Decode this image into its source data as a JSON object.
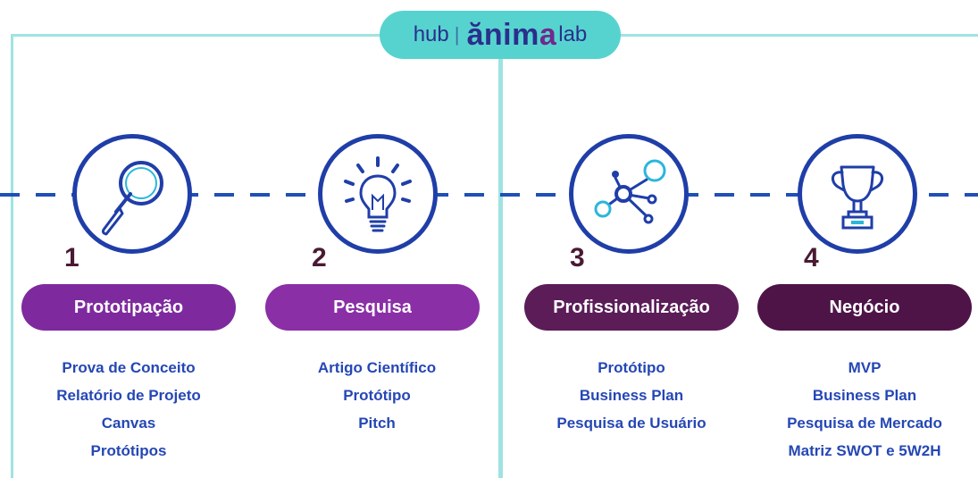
{
  "logo": {
    "hub": "hub",
    "separator": "|",
    "anima_part1": "ănim",
    "anima_part2": "a",
    "lab": "lab"
  },
  "colors": {
    "frame": "#9fe3e1",
    "logo_bg": "#57d3cf",
    "dash": "#1f4fb7",
    "circle_border": "#1f3ea8",
    "icon_cyan": "#2bb6dc",
    "number": "#4a1a33",
    "item_text": "#2547b5"
  },
  "steps": [
    {
      "number": "1",
      "icon": "magnifying-glass-icon",
      "title": "Prototipação",
      "color": "#7e2a9e",
      "items": [
        "Prova de Conceito",
        "Relatório de Projeto",
        "Canvas",
        "Protótipos"
      ]
    },
    {
      "number": "2",
      "icon": "lightbulb-icon",
      "title": "Pesquisa",
      "color": "#8a2fa6",
      "items": [
        "Artigo Científico",
        "Protótipo",
        "Pitch"
      ]
    },
    {
      "number": "3",
      "icon": "network-icon",
      "title": "Profissionalização",
      "color": "#5b1c58",
      "items": [
        "Protótipo",
        "Business Plan",
        "Pesquisa de Usuário"
      ]
    },
    {
      "number": "4",
      "icon": "trophy-icon",
      "title": "Negócio",
      "color": "#4e1447",
      "items": [
        "MVP",
        "Business Plan",
        "Pesquisa de Mercado",
        "Matriz SWOT e 5W2H"
      ]
    }
  ]
}
